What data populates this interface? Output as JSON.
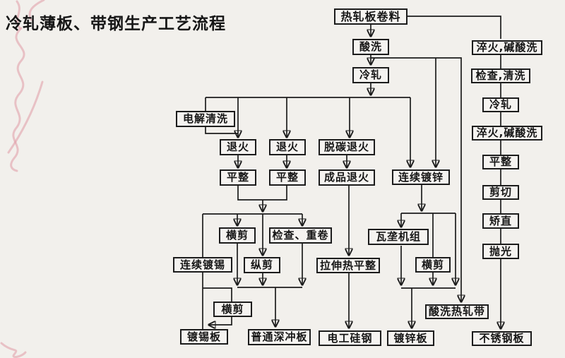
{
  "title": "冷轧薄板、带钢生产工艺流程",
  "colors": {
    "background": "#f2f0ec",
    "line": "#1c1c1c",
    "box_border": "#1c1c1c",
    "text": "#161616",
    "watermark_pink": "#e09aa5"
  },
  "nodes": {
    "hot_coil": {
      "label": "热轧板卷料"
    },
    "pickling": {
      "label": "酸洗"
    },
    "cold_rolling": {
      "label": "冷轧"
    },
    "electrolytic_cleaning": {
      "label": "电解清洗"
    },
    "annealing_1": {
      "label": "退火"
    },
    "annealing_2": {
      "label": "退火"
    },
    "decarb_annealing": {
      "label": "脱碳退火"
    },
    "temper_1": {
      "label": "平整"
    },
    "temper_2": {
      "label": "平整"
    },
    "finished_annealing": {
      "label": "成品退火"
    },
    "cont_galvanizing": {
      "label": "连续镀锌"
    },
    "cross_shear_1": {
      "label": "横剪"
    },
    "inspect_rewind": {
      "label": "检查、重卷"
    },
    "cont_tinning": {
      "label": "连续镀锡"
    },
    "slitting": {
      "label": "纵剪"
    },
    "stretch_temper": {
      "label": "拉伸热平整"
    },
    "corrugating": {
      "label": "瓦垄机组"
    },
    "cross_shear_2": {
      "label": "横剪"
    },
    "cross_shear_3": {
      "label": "横剪"
    },
    "pickled_hot_strip": {
      "label": "酸洗热轧带"
    },
    "tinplate": {
      "label": "镀锡板"
    },
    "deep_drawing": {
      "label": "普通深冲板"
    },
    "silicon_steel": {
      "label": "电工硅钢"
    },
    "galvanized_sheet": {
      "label": "镀锌板"
    },
    "stainless_sheet": {
      "label": "不锈钢板"
    },
    "quench_alkali_1": {
      "label": "淬火,碱酸洗"
    },
    "inspect_clean": {
      "label": "检查,清洗"
    },
    "cold_rolling_2": {
      "label": "冷轧"
    },
    "quench_alkali_2": {
      "label": "淬火,碱酸洗"
    },
    "temper_3": {
      "label": "平整"
    },
    "shearing": {
      "label": "剪切"
    },
    "straightening": {
      "label": "矫直"
    },
    "polishing": {
      "label": "抛光"
    }
  }
}
